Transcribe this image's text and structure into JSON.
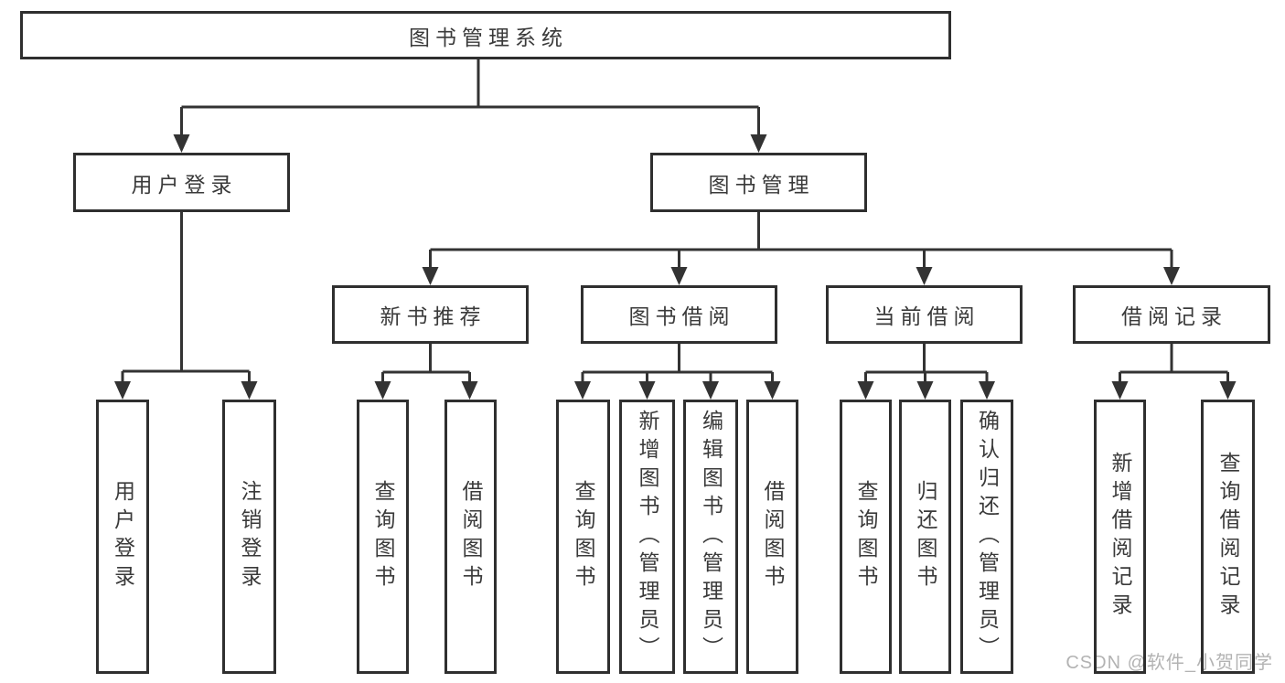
{
  "title": "图书管理系统",
  "tree": {
    "root": "图书管理系统",
    "level2": [
      "用户登录",
      "图书管理"
    ],
    "level3": [
      "新书推荐",
      "图书借阅",
      "当前借阅",
      "借阅记录"
    ],
    "leaves": [
      "用户登录",
      "注销登录",
      "查询图书",
      "借阅图书",
      "查询图书",
      "新增图书（管理员）",
      "编辑图书（管理员）",
      "借阅图书",
      "查询图书",
      "归还图书",
      "确认归还（管理员）",
      "新增借阅记录",
      "查询借阅记录"
    ]
  },
  "watermark": "CSDN @软件_小贺同学",
  "colors": {
    "line": "#333333",
    "box_border": "#2f2f2f",
    "text": "#3a3a3a",
    "watermark": "#b3b3b3",
    "background": "#ffffff"
  }
}
